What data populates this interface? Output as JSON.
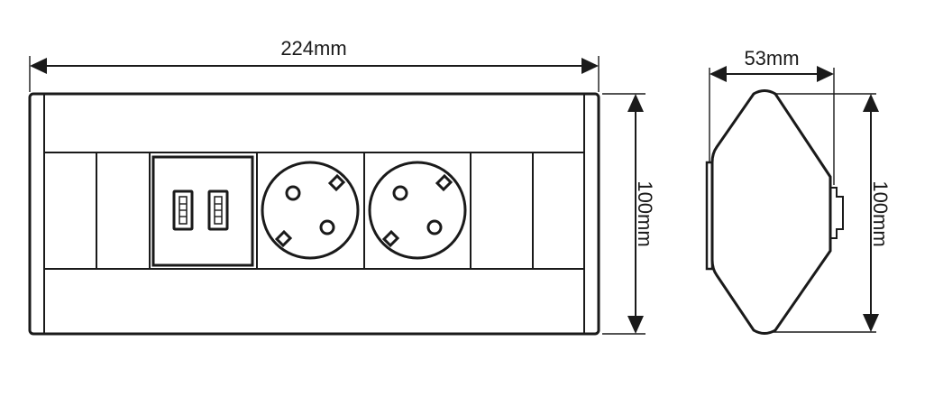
{
  "dimensions": {
    "front_width_label": "224mm",
    "front_height_label": "100mm",
    "side_depth_label": "53mm",
    "side_height_label": "100mm"
  },
  "front_view": {
    "modules": [
      "blank",
      "blank",
      "usb",
      "socket",
      "socket",
      "blank",
      "blank"
    ],
    "usb_port_count": 2,
    "socket_count": 2
  },
  "colors": {
    "line": "#1a1a1a",
    "background": "#ffffff"
  }
}
